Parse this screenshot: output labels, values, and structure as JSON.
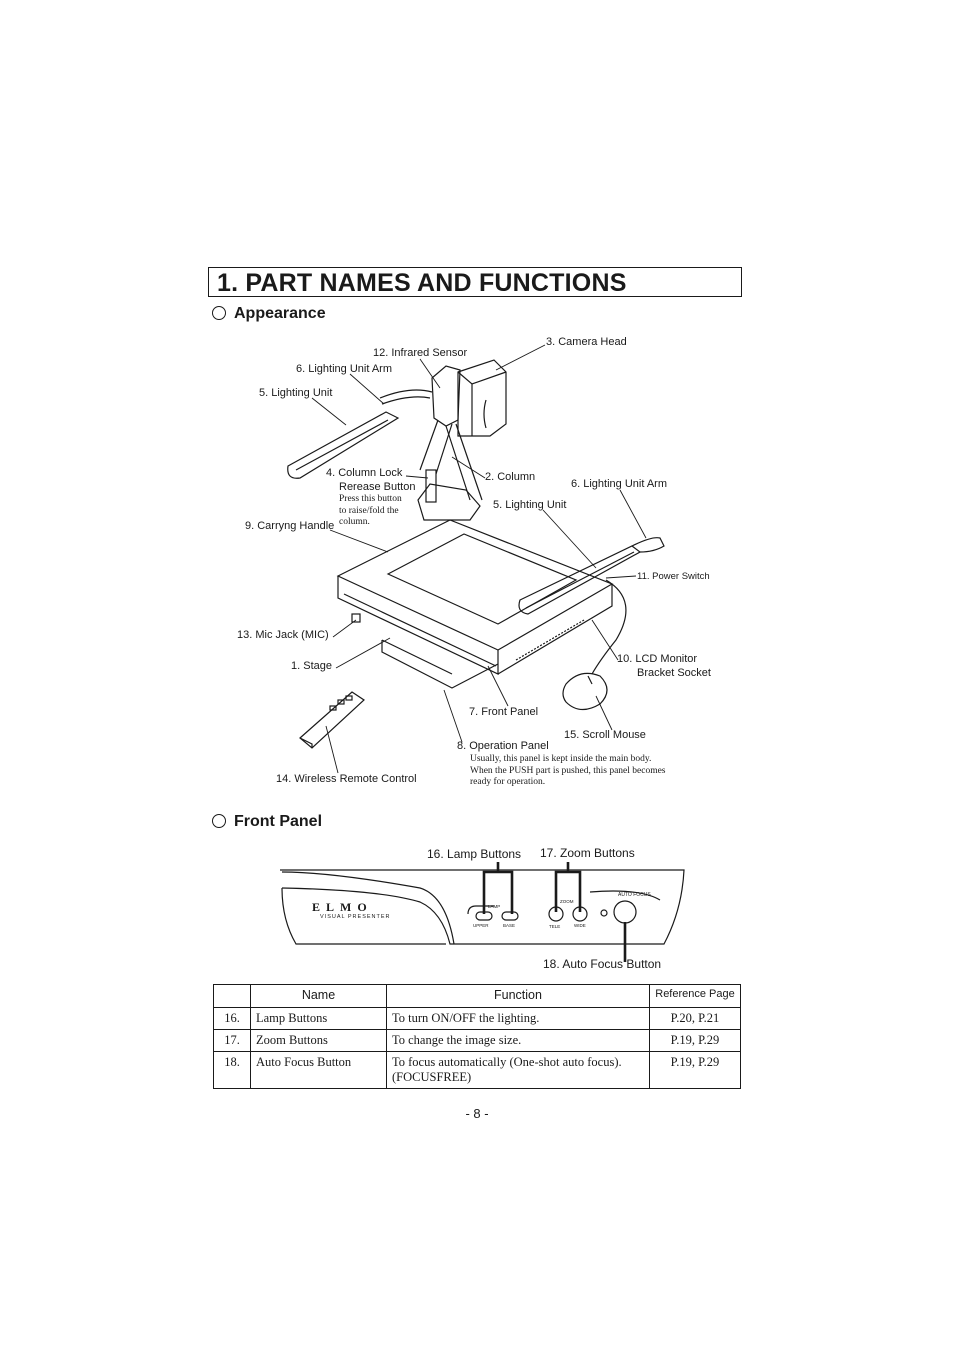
{
  "heading": "1. PART NAMES AND FUNCTIONS",
  "sections": {
    "appearance": "Appearance",
    "front_panel": "Front Panel"
  },
  "appearance_labels": {
    "camera_head": "3. Camera Head",
    "infrared_sensor": "12. Infrared Sensor",
    "lighting_unit_arm_left": "6. Lighting Unit Arm",
    "lighting_unit_left": "5. Lighting Unit",
    "column_lock_line1": "4. Column Lock",
    "column_lock_line2": "Rerease Button",
    "column_lock_note": [
      "Press this button",
      "to raise/fold the",
      "column."
    ],
    "column": "2. Column",
    "lighting_unit_arm_right": "6. Lighting Unit Arm",
    "lighting_unit_right": "5. Lighting Unit",
    "carrying_handle": "9. Carryng Handle",
    "power_switch": "11. Power Switch",
    "mic_jack": "13. Mic Jack (MIC)",
    "lcd_bracket_line1": "10. LCD Monitor",
    "lcd_bracket_line2": "Bracket Socket",
    "stage": "1. Stage",
    "front_panel": "7. Front Panel",
    "scroll_mouse": "15. Scroll Mouse",
    "operation_panel": "8. Operation Panel",
    "operation_panel_note": [
      "Usually, this panel is kept inside the main body.",
      "When the PUSH part is pushed, this panel becomes",
      "ready for operation."
    ],
    "remote_control": "14. Wireless Remote Control"
  },
  "front_panel_labels": {
    "lamp_buttons": "16. Lamp Buttons",
    "zoom_buttons": "17. Zoom Buttons",
    "auto_focus_button": "18. Auto Focus Button",
    "brand": "ELMO",
    "brand_sub": "VISUAL PRESENTER",
    "lamp": "LAMP",
    "upper": "UPPER",
    "base": "BASE",
    "zoom": "ZOOM",
    "tele": "TELE",
    "wide": "WIDE",
    "auto_focus": "AUTO FOCUS"
  },
  "table": {
    "headers": [
      "",
      "Name",
      "Function",
      "Reference Page"
    ],
    "rows": [
      {
        "num": "16.",
        "name": "Lamp Buttons",
        "function": "To turn ON/OFF the lighting.",
        "function2": "",
        "ref": "P.20, P.21"
      },
      {
        "num": "17.",
        "name": "Zoom Buttons",
        "function": "To change the image size.",
        "function2": "",
        "ref": "P.19, P.29"
      },
      {
        "num": "18.",
        "name": "Auto Focus Button",
        "function": "To focus automatically (One-shot auto focus).",
        "function2": "(FOCUSFREE)",
        "ref": "P.19, P.29"
      }
    ]
  },
  "page_number": "- 8 -"
}
